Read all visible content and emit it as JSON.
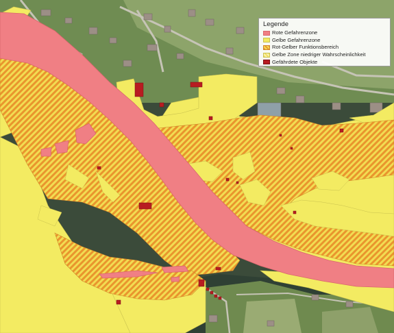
{
  "colors": {
    "background_forest": "#2f4034",
    "meadow": "#7f9a55",
    "road": "#bfbfb5",
    "river": "#f07f84",
    "yellow_zone": "#f3eb62",
    "hatch_orange": "#e9952d",
    "hatch_yellow": "#f2dc52",
    "object_red": "#b81c21",
    "roof": "#9c8f86"
  },
  "legend": {
    "title": "Legende",
    "items": [
      {
        "label": "Rote Gefahrenzone",
        "swatch": "solid",
        "color": "#f07f84"
      },
      {
        "label": "Gelbe Gefahrenzone",
        "swatch": "solid",
        "color": "#f3eb62"
      },
      {
        "label": "Rot-Gelber Funktionsbereich",
        "swatch": "hatch",
        "color": "#e9952d",
        "color2": "#f2dc52"
      },
      {
        "label": "Gelbe Zone niedriger Wahrscheinlichkeit",
        "swatch": "hatch",
        "color": "#f2dc52",
        "color2": "#f7f0a8"
      },
      {
        "label": "Gefährdete Objekte",
        "swatch": "solid",
        "color": "#b81c21"
      }
    ]
  }
}
